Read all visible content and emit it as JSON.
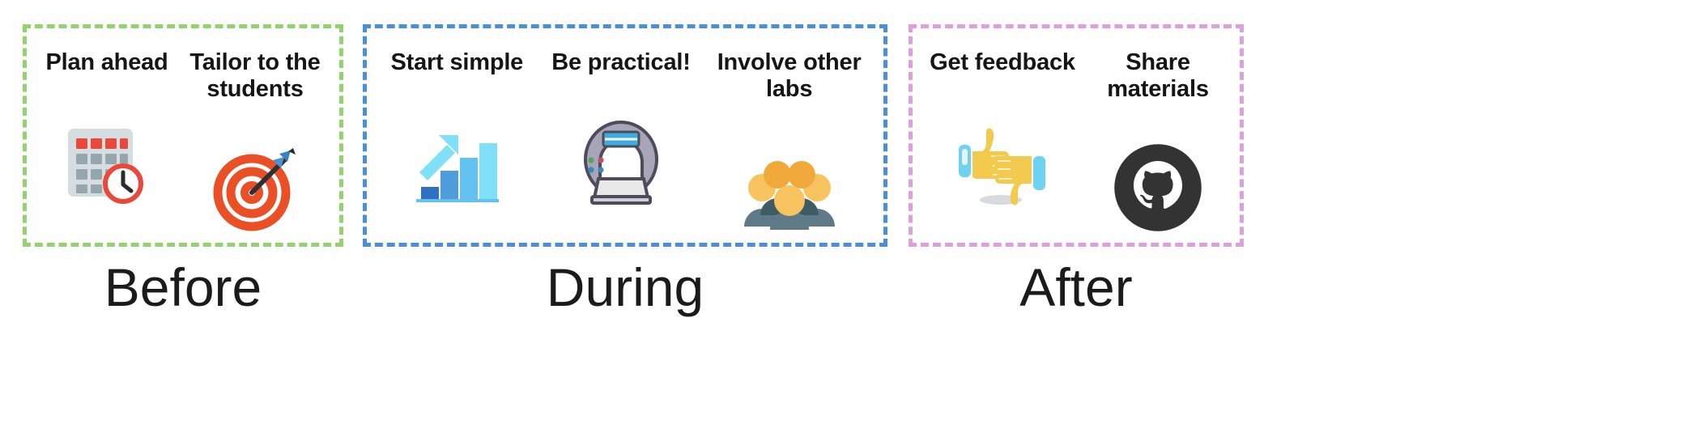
{
  "title": "Before / During / After recommendations",
  "colors": {
    "before_border": "#92D36E",
    "during_border": "#4A90D9",
    "after_border": "#DDA0DD",
    "text": "#151515",
    "caption": "#1b1b1b",
    "background": "#ffffff",
    "calendar_body": "#d5dde1",
    "calendar_red": "#e8493a",
    "calendar_grey_cell": "#96a6ae",
    "clock_red": "#e8493a",
    "target_red": "#ea4f26",
    "arrow_blue": "#3d7fc1",
    "bar_dark_blue": "#2f6fc4",
    "bar_mid_blue": "#4f9ddd",
    "bar_light_blue": "#63c2ef",
    "bar_pale_blue": "#7fe0f7",
    "mri_body": "#a7a5b8",
    "mri_outline": "#4d4b5c",
    "mri_screen": "#3aaee0",
    "people_orange": "#f2a93b",
    "people_orange_light": "#f6c35f",
    "people_body": "#3f5b66",
    "people_body_light": "#5d7a86",
    "thumb_yellow": "#f2cb4e",
    "thumb_cuff_blue": "#6ed3f0",
    "github_dark": "#333333"
  },
  "phases": [
    {
      "id": "before",
      "caption": "Before",
      "border_color": "#92D36E",
      "items": [
        {
          "label": "Plan ahead",
          "icon": "calendar-clock-icon"
        },
        {
          "label": "Tailor to the\nstudents",
          "icon": "target-arrow-icon"
        }
      ]
    },
    {
      "id": "during",
      "caption": "During",
      "border_color": "#4A90D9",
      "items": [
        {
          "label": "Start simple",
          "icon": "growth-bar-chart-icon"
        },
        {
          "label": "Be practical!",
          "icon": "mri-scanner-icon"
        },
        {
          "label": "Involve other\nlabs",
          "icon": "people-group-icon"
        }
      ]
    },
    {
      "id": "after",
      "caption": "After",
      "border_color": "#DDA0DD",
      "items": [
        {
          "label": "Get feedback",
          "icon": "thumbs-up-down-icon"
        },
        {
          "label": "Share\nmaterials",
          "icon": "github-logo-icon"
        }
      ]
    }
  ]
}
